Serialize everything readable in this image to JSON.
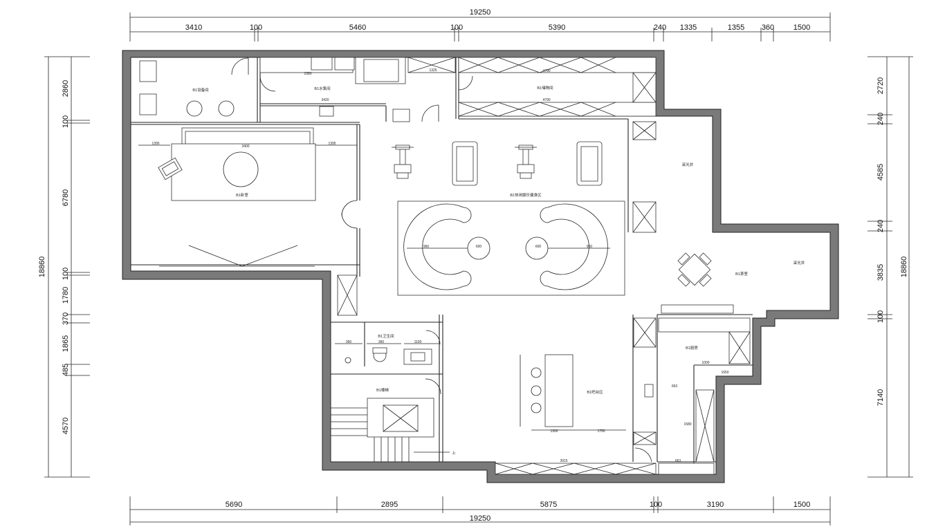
{
  "dims": {
    "top_total": "19250",
    "top": [
      "3410",
      "100",
      "5460",
      "100",
      "5390",
      "240",
      "1335",
      "1355",
      "360",
      "1500"
    ],
    "bottom": [
      "5690",
      "2895",
      "5875",
      "100",
      "3190",
      "1500"
    ],
    "bottom_total": "19250",
    "left": [
      "2860",
      "100",
      "6780",
      "100",
      "1780",
      "370",
      "1865",
      "485",
      "4570"
    ],
    "left_total": "18860",
    "right": [
      "2720",
      "240",
      "4585",
      "240",
      "3835",
      "100",
      "7140"
    ],
    "right_total": "18860"
  },
  "rooms": {
    "b1_equipment": "B1设备间",
    "b1_water": "B1水泵间",
    "b1_storage": "B1储物间",
    "b1_bedroom": "B1卧室",
    "b1_leisure": "B1休闲娱乐健身区",
    "b1_skylight_1": "采光井",
    "b1_skylight_2": "采光井",
    "b1_tea": "B1茶室",
    "b1_bath": "B1卫生间",
    "b1_stairs": "B1楼梯",
    "b1_bar": "B1吧台区",
    "b1_kitchen": "B1厨房",
    "up_label": "上"
  },
  "inner_dims": [
    "2380",
    "1325",
    "4790",
    "4790",
    "3420",
    "1355",
    "1395",
    "3400",
    "360",
    "360",
    "960",
    "600",
    "960",
    "600",
    "1100",
    "1300",
    "1750",
    "3915",
    "663",
    "1000",
    "1650",
    "1580"
  ]
}
